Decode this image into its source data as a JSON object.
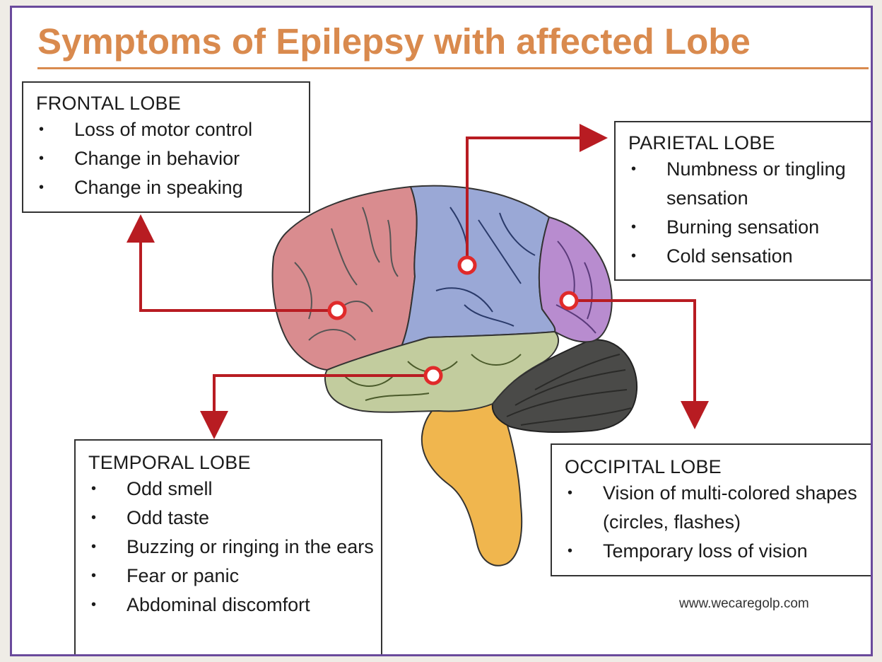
{
  "title": "Symptoms of Epilepsy with affected Lobe",
  "frontal": {
    "heading": "FRONTAL LOBE",
    "items": [
      "Loss of motor control",
      "Change in behavior",
      "Change in speaking"
    ]
  },
  "parietal": {
    "heading": "PARIETAL LOBE",
    "items": [
      "Numbness or tingling sensation",
      "Burning sensation",
      "Cold sensation"
    ]
  },
  "temporal": {
    "heading": "TEMPORAL LOBE",
    "items": [
      "Odd smell",
      "Odd taste",
      "Buzzing or ringing in the ears",
      "Fear or panic",
      "Abdominal discomfort"
    ]
  },
  "occipital": {
    "heading": "OCCIPITAL LOBE",
    "items": [
      "Vision of multi-colored shapes (circles, flashes)",
      "Temporary loss of vision"
    ]
  },
  "source": "www.wecaregolp.com",
  "colors": {
    "frame": "#6a4a9c",
    "title": "#d98a4e",
    "arrow": "#b81c22",
    "frontal": "#d98c8f",
    "parietal": "#9aa8d6",
    "occipital": "#b88ccf",
    "temporal": "#c2cc9e",
    "cerebellum": "#4a4a48",
    "brainstem": "#f0b64e"
  }
}
